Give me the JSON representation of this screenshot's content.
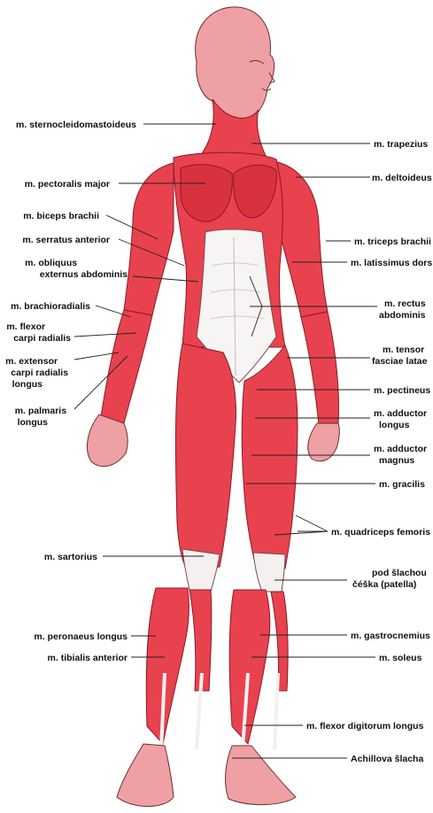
{
  "diagram": {
    "colors": {
      "muscle": "#e8424e",
      "muscle_dark": "#b8202e",
      "skin": "#eea0a4",
      "tendon": "#f4f0f0",
      "line": "#222222"
    },
    "labels_left": [
      {
        "lines": [
          "m. sternocleidomastoideus"
        ]
      },
      {
        "lines": [
          "m. pectoralis major"
        ]
      },
      {
        "lines": [
          "m. biceps brachii"
        ]
      },
      {
        "lines": [
          "m. serratus anterior"
        ]
      },
      {
        "lines": [
          "m. obliquus",
          "externus abdominis"
        ]
      },
      {
        "lines": [
          "m. brachioradialis"
        ]
      },
      {
        "lines": [
          "m. flexor",
          "carpi radialis"
        ]
      },
      {
        "lines": [
          "m. extensor",
          "carpi radialis",
          "longus"
        ]
      },
      {
        "lines": [
          "m. palmaris",
          "longus"
        ]
      },
      {
        "lines": [
          "m. sartorius"
        ]
      },
      {
        "lines": [
          "m. peronaeus longus"
        ]
      },
      {
        "lines": [
          "m. tibialis anterior"
        ]
      }
    ],
    "labels_right": [
      {
        "lines": [
          "m. trapezius"
        ]
      },
      {
        "lines": [
          "m. deltoideus"
        ]
      },
      {
        "lines": [
          "m. triceps brachii"
        ]
      },
      {
        "lines": [
          "m. latissimus dorsi"
        ]
      },
      {
        "lines": [
          "m. rectus",
          "abdominis"
        ]
      },
      {
        "lines": [
          "m. tensor",
          "fasciae latae"
        ]
      },
      {
        "lines": [
          "m. pectineus"
        ]
      },
      {
        "lines": [
          "m. adductor",
          "longus"
        ]
      },
      {
        "lines": [
          "m. adductor",
          "magnus"
        ]
      },
      {
        "lines": [
          "m. gracilis"
        ]
      },
      {
        "lines": [
          "m. quadriceps femoris"
        ]
      },
      {
        "lines": [
          "pod šlachou",
          "čéška (patella)"
        ]
      },
      {
        "lines": [
          "m. gastrocnemius"
        ]
      },
      {
        "lines": [
          "m. soleus"
        ]
      },
      {
        "lines": [
          "m. flexor digitorum longus"
        ]
      },
      {
        "lines": [
          "Achillova šlacha"
        ]
      }
    ]
  }
}
